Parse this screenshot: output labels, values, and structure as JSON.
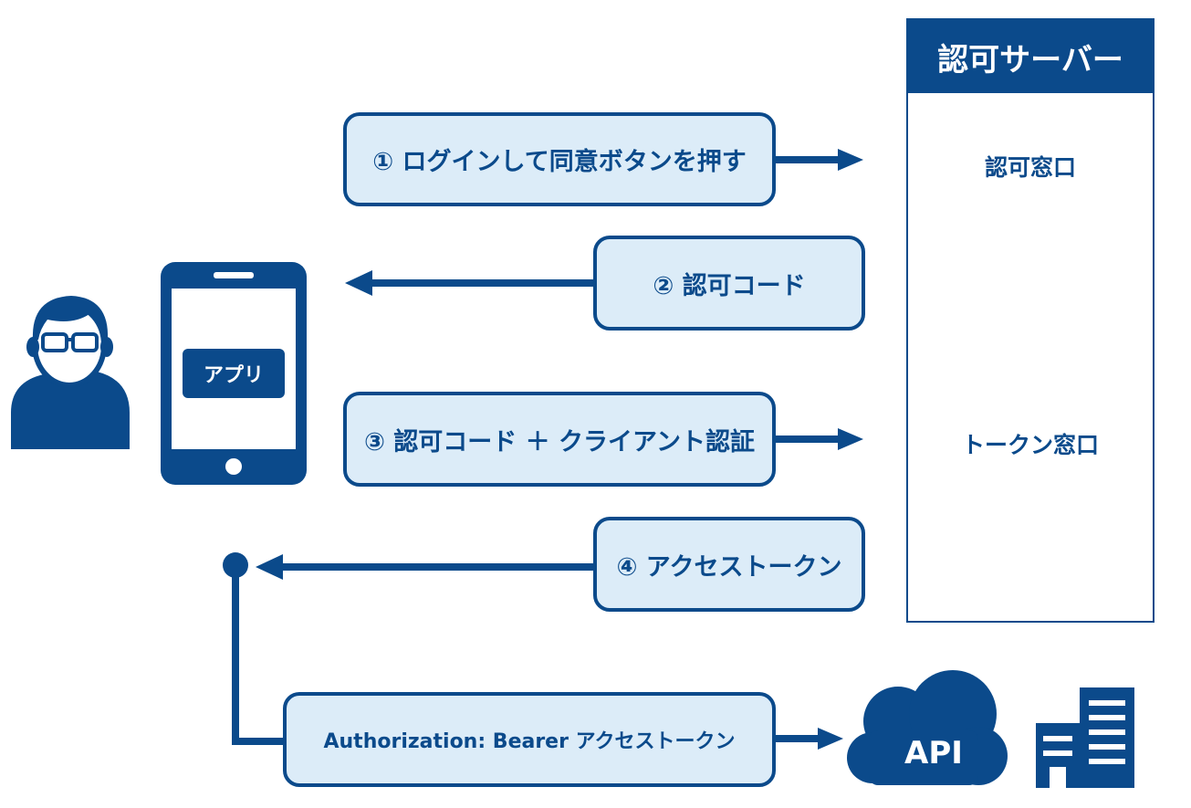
{
  "server": {
    "title": "認可サーバー",
    "auth_endpoint_label": "認可窓口",
    "token_endpoint_label": "トークン窓口"
  },
  "app": {
    "label": "アプリ"
  },
  "steps": {
    "login": "① ログインして同意ボタンを押す",
    "auth_code": "② 認可コード",
    "code_and_client_auth": "③ 認可コード ＋ クライアント認証",
    "access_token": "④ アクセストークン",
    "api_request": "Authorization: Bearer アクセストークン"
  },
  "api": {
    "label": "API"
  },
  "colors": {
    "primary": "#0b4a8b",
    "box_fill": "#dcecf8",
    "background": "#ffffff"
  },
  "icons": [
    "user-icon",
    "smartphone-icon",
    "server-icon",
    "cloud-icon",
    "building-icon"
  ]
}
